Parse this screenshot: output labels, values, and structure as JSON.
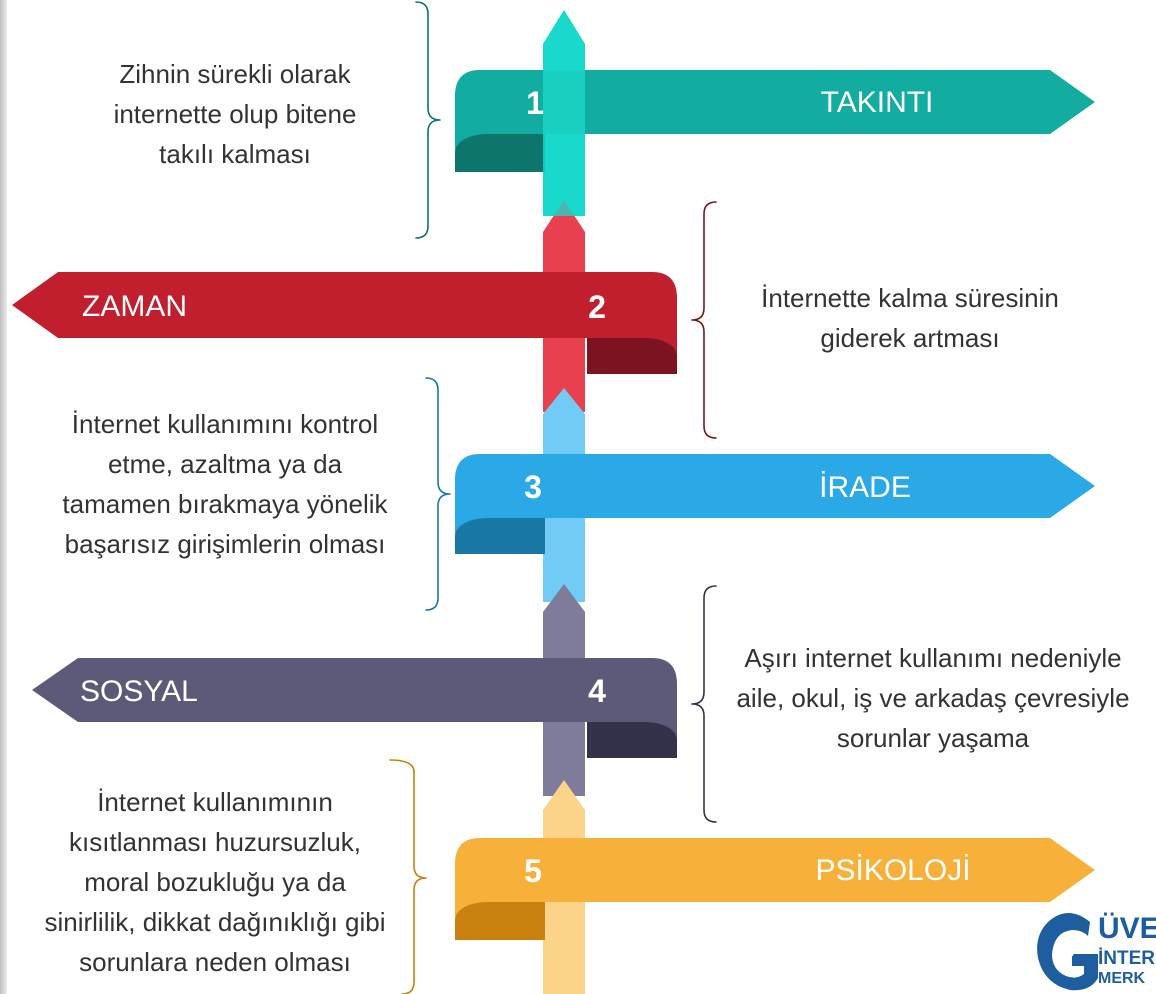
{
  "steps": [
    {
      "number": "1",
      "title": "TAKINTI",
      "description": "Zihnin sürekli olarak\ninternette olup bitene\ntakılı kalması",
      "colors": {
        "band": "#12ada0",
        "fold": "#0d756c",
        "arrow": "#1ad8cc"
      }
    },
    {
      "number": "2",
      "title": "ZAMAN",
      "description": "İnternette kalma süresinin\ngiderek artması",
      "colors": {
        "band": "#c21f2e",
        "fold": "#7b1420",
        "arrow": "#e8404e"
      }
    },
    {
      "number": "3",
      "title": "İRADE",
      "description": "İnternet kullanımını kontrol\netme, azaltma ya da\ntamamen bırakmaya yönelik\nbaşarısız girişimlerin olması",
      "colors": {
        "band": "#2aa9e6",
        "fold": "#1a78a6",
        "arrow": "#72cbf5"
      }
    },
    {
      "number": "4",
      "title": "SOSYAL",
      "description": "Aşırı internet kullanımı nedeniyle\naile, okul, iş ve arkadaş çevresiyle\nsorunlar yaşama",
      "colors": {
        "band": "#5c5a78",
        "fold": "#33324a",
        "arrow": "#7e7c9a"
      }
    },
    {
      "number": "5",
      "title": "PSİKOLOJİ",
      "description": "İnternet kullanımının\nkısıtlanması huzursuzluk,\nmoral bozukluğu ya da\nsinirlilik, dikkat dağınıklığı gibi\nsorunlara neden olması",
      "colors": {
        "band": "#f7b13b",
        "fold": "#c9800f",
        "arrow": "#fcd489"
      }
    }
  ],
  "logo": {
    "line1": "ÜVEN",
    "line2": "İNTER",
    "line3": "MERK",
    "color": "#1f5e9e"
  }
}
